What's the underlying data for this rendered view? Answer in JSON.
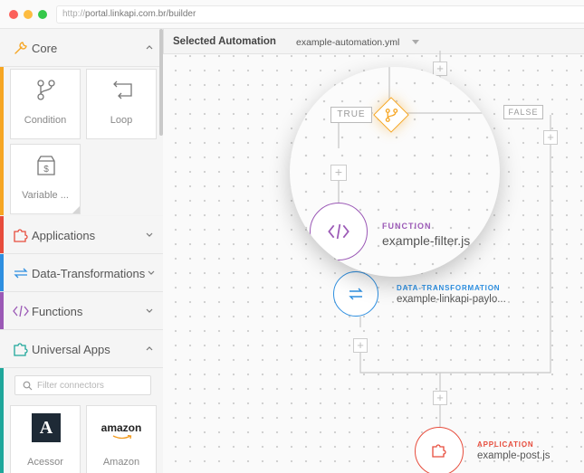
{
  "browser": {
    "url_proto": "http://",
    "url_rest": "portal.linkapi.com.br/builder"
  },
  "sidebar": {
    "core": {
      "label": "Core"
    },
    "tiles": [
      {
        "label": "Condition"
      },
      {
        "label": "Loop"
      },
      {
        "label": "Variable ..."
      }
    ],
    "applications": {
      "label": "Applications"
    },
    "data_transformations": {
      "label": "Data-Transformations"
    },
    "functions": {
      "label": "Functions"
    },
    "universal_apps": {
      "label": "Universal Apps"
    },
    "filter": {
      "placeholder": "Filter connectors"
    },
    "apps": [
      {
        "label": "Acessor",
        "logo": "A"
      },
      {
        "label": "Amazon",
        "logo": "amazon"
      }
    ]
  },
  "main": {
    "selected_label": "Selected Automation",
    "automation_file": "example-automation.yml",
    "branch_true": "TRUE",
    "branch_false": "FALSE",
    "nodes": {
      "function": {
        "type": "FUNCTION",
        "name": "example-filter.js"
      },
      "transformation": {
        "type": "DATA-TRANSFORMATION",
        "name": "example-linkapi-paylo..."
      },
      "application": {
        "type": "APPLICATION",
        "name": "example-post.js"
      }
    }
  },
  "colors": {
    "core": "#f6a623",
    "applications": "#e74c3c",
    "data_transformations": "#2e8fe0",
    "functions": "#9b59b6",
    "universal_apps": "#1fa79b",
    "condition": "#f6a623"
  }
}
